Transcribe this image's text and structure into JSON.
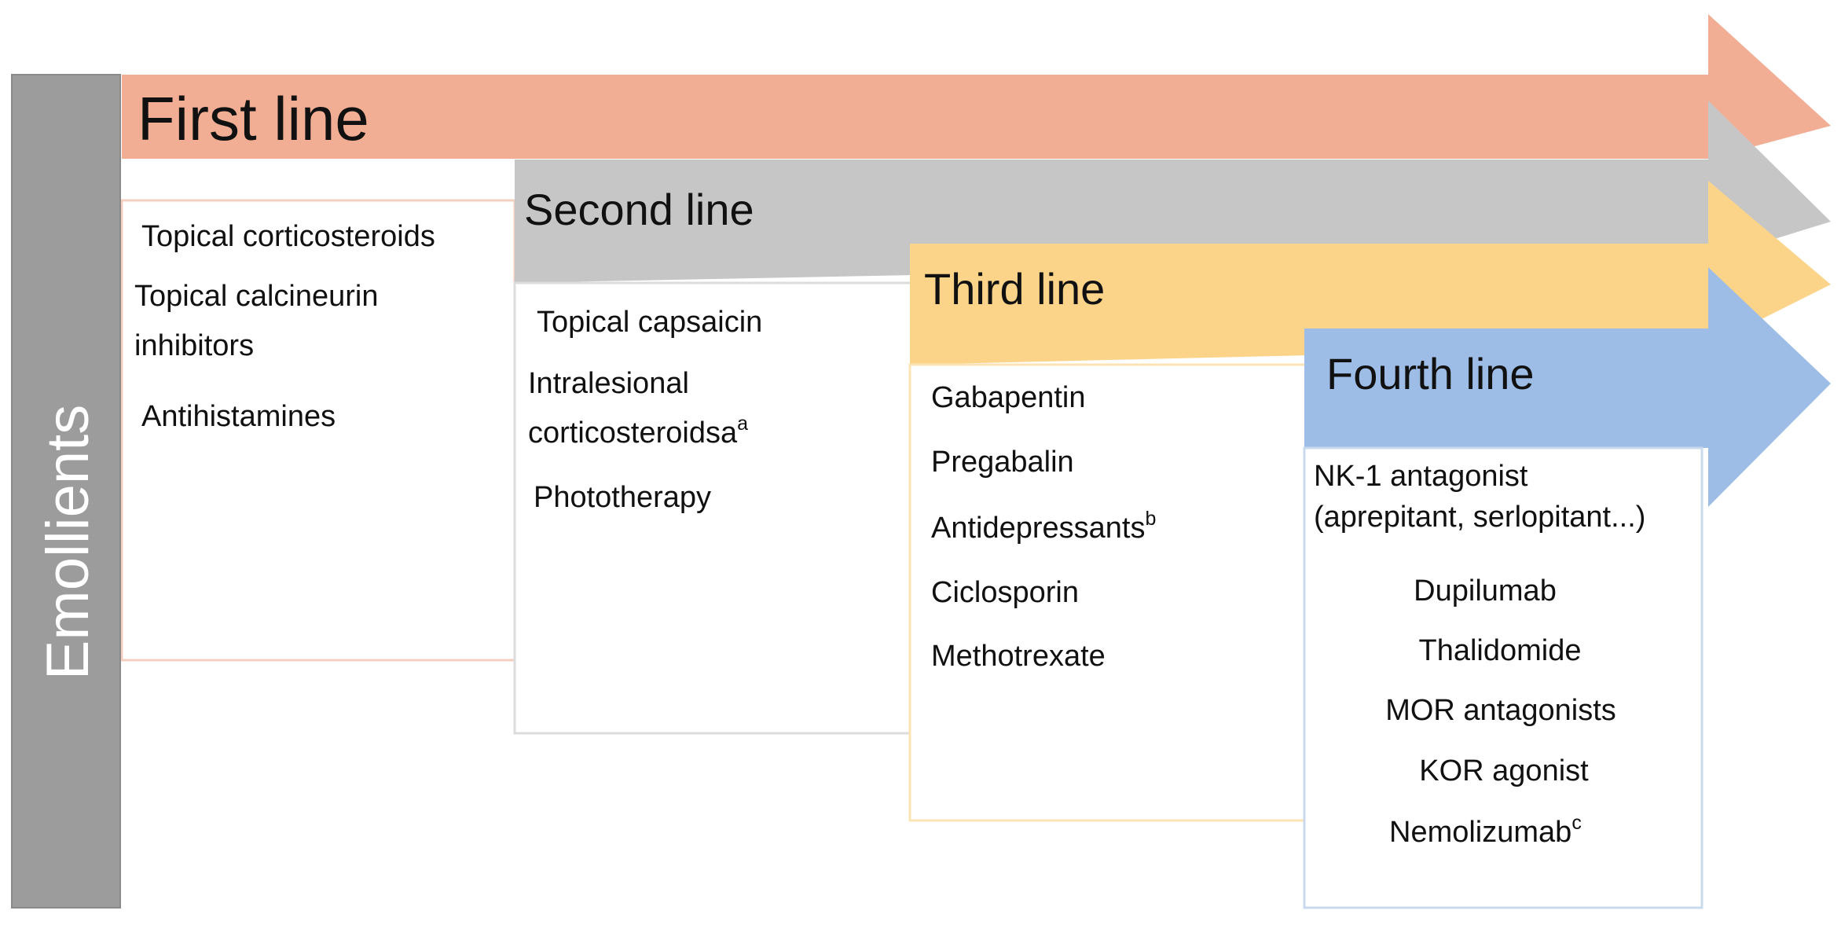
{
  "emollients": "Emollients",
  "colors": {
    "first": "#F2AE94",
    "second": "#C6C6C6",
    "third": "#FBD48A",
    "fourth": "#9EBDE6",
    "emollients": "#9C9C9C"
  },
  "lines": [
    {
      "heading": "First line",
      "items": [
        {
          "text": "Topical corticosteroids"
        },
        {
          "text": "Topical calcineurin"
        },
        {
          "text": "inhibitors"
        },
        {
          "text": "Antihistamines"
        }
      ]
    },
    {
      "heading": "Second line",
      "items": [
        {
          "text": "Topical capsaicin"
        },
        {
          "text": "Intralesional"
        },
        {
          "text": "corticosteroidsa",
          "sup": "a"
        },
        {
          "text": "Phototherapy"
        }
      ]
    },
    {
      "heading": "Third line",
      "items": [
        {
          "text": "Gabapentin"
        },
        {
          "text": "Pregabalin"
        },
        {
          "text": "Antidepressants",
          "sup": "b"
        },
        {
          "text": "Ciclosporin"
        },
        {
          "text": "Methotrexate"
        }
      ]
    },
    {
      "heading": "Fourth line",
      "items": [
        {
          "text": "NK-1 antagonist"
        },
        {
          "text": "(aprepitant, serlopitant...)"
        },
        {
          "text": "Dupilumab"
        },
        {
          "text": "Thalidomide"
        },
        {
          "text": "MOR antagonists"
        },
        {
          "text": "KOR agonist"
        },
        {
          "text": "Nemolizumab",
          "sup": "c"
        }
      ]
    }
  ]
}
